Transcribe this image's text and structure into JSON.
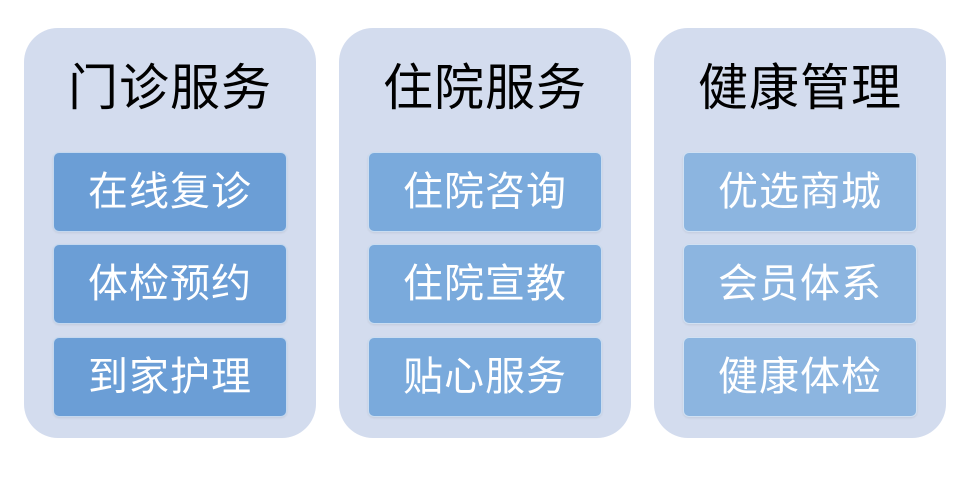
{
  "panels": [
    {
      "title": "门诊服务",
      "color": "#6b9ed6",
      "items": [
        "在线复诊",
        "体检预约",
        "到家护理"
      ]
    },
    {
      "title": "住院服务",
      "color": "#7aaadc",
      "items": [
        "住院咨询",
        "住院宣教",
        "贴心服务"
      ]
    },
    {
      "title": "健康管理",
      "color": "#8cb5e0",
      "items": [
        "优选商城",
        "会员体系",
        "健康体检"
      ]
    }
  ],
  "colors": {
    "panel_background": "#d3dcee",
    "title_text": "#000000",
    "item_text": "#ffffff"
  }
}
